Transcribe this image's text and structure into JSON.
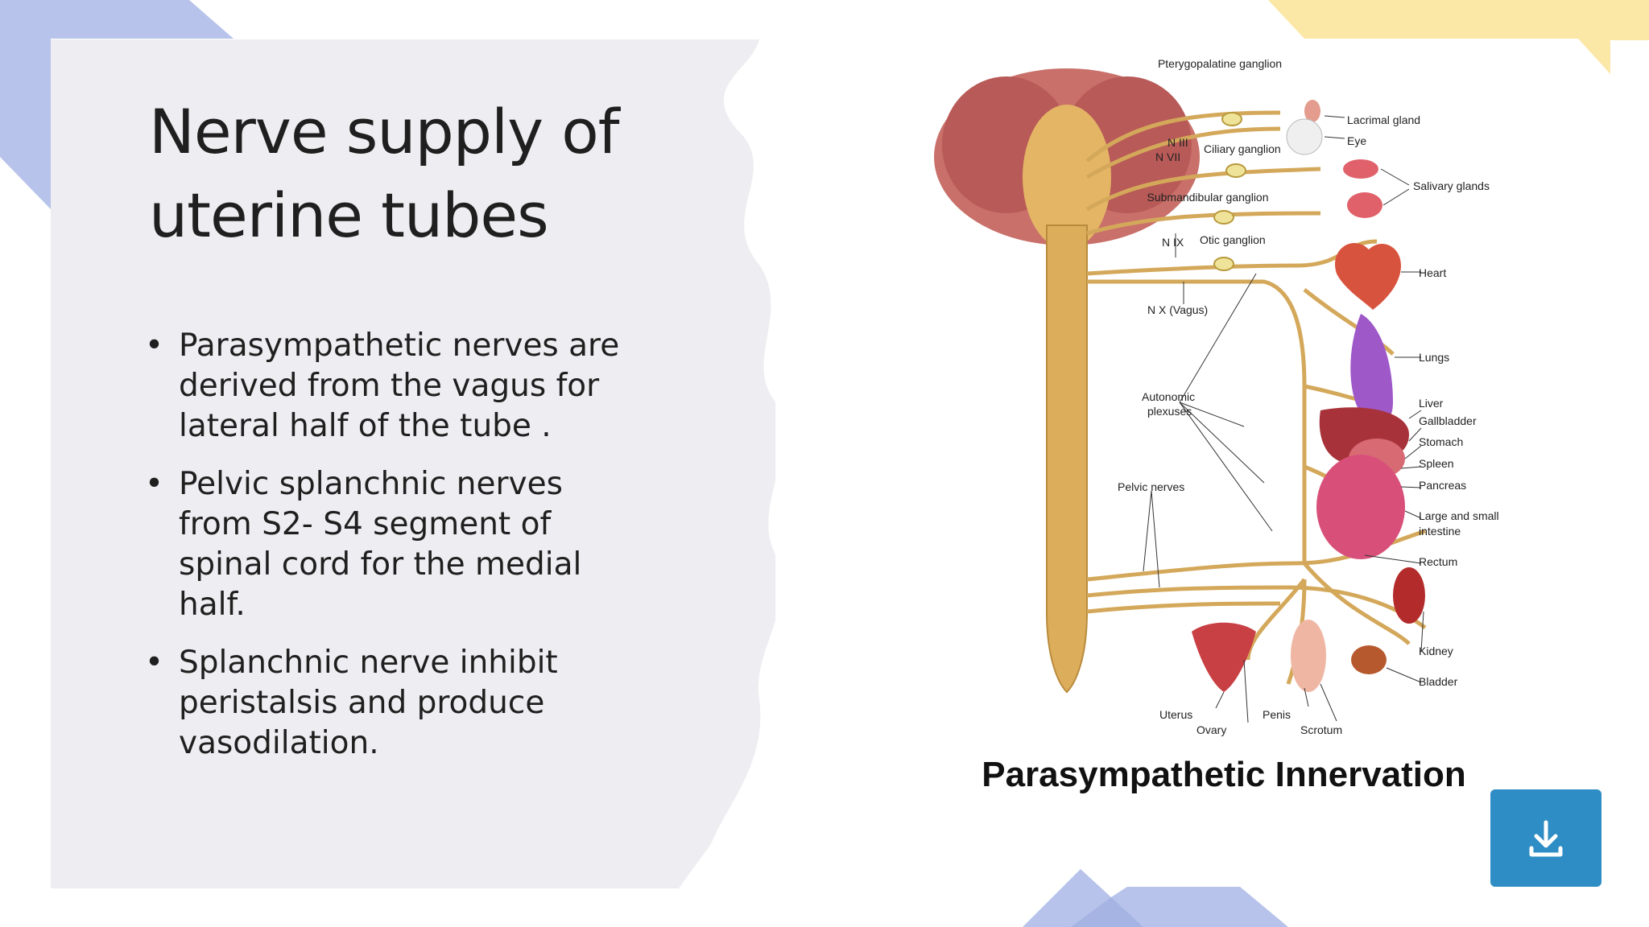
{
  "slide": {
    "title": "Nerve supply of uterine tubes",
    "bullets": [
      "Parasympathetic nerves are derived from the vagus for lateral half of the tube .",
      "Pelvic splanchnic nerves from S2- S4 segment of spinal cord for the medial half.",
      "Splanchnic nerve inhibit peristalsis and produce vasodilation."
    ]
  },
  "figure": {
    "caption": "Parasympathetic Innervation",
    "labels": {
      "pterygopalatine": "Pterygopalatine ganglion",
      "lacrimal": "Lacrimal gland",
      "eye": "Eye",
      "n3": "N III",
      "n7": "N VII",
      "ciliary": "Ciliary ganglion",
      "salivary": "Salivary glands",
      "submandibular": "Submandibular ganglion",
      "n9": "N IX",
      "otic": "Otic ganglion",
      "heart": "Heart",
      "n10": "N X (Vagus)",
      "lungs": "Lungs",
      "autonomic1": "Autonomic",
      "autonomic2": "plexuses",
      "liver": "Liver",
      "gallbladder": "Gallbladder",
      "stomach": "Stomach",
      "spleen": "Spleen",
      "pancreas": "Pancreas",
      "pelvic": "Pelvic nerves",
      "intestine1": "Large and small",
      "intestine2": "intestine",
      "rectum": "Rectum",
      "kidney": "Kidney",
      "bladder": "Bladder",
      "uterus": "Uterus",
      "ovary": "Ovary",
      "penis": "Penis",
      "scrotum": "Scrotum"
    }
  },
  "controls": {
    "download_icon": "download-icon"
  },
  "colors": {
    "accent_blue": "#2e8dc4",
    "deco_blue": "#b7c3ea",
    "deco_yellow": "#fbe7a6",
    "nerve": "#d4a85a"
  }
}
